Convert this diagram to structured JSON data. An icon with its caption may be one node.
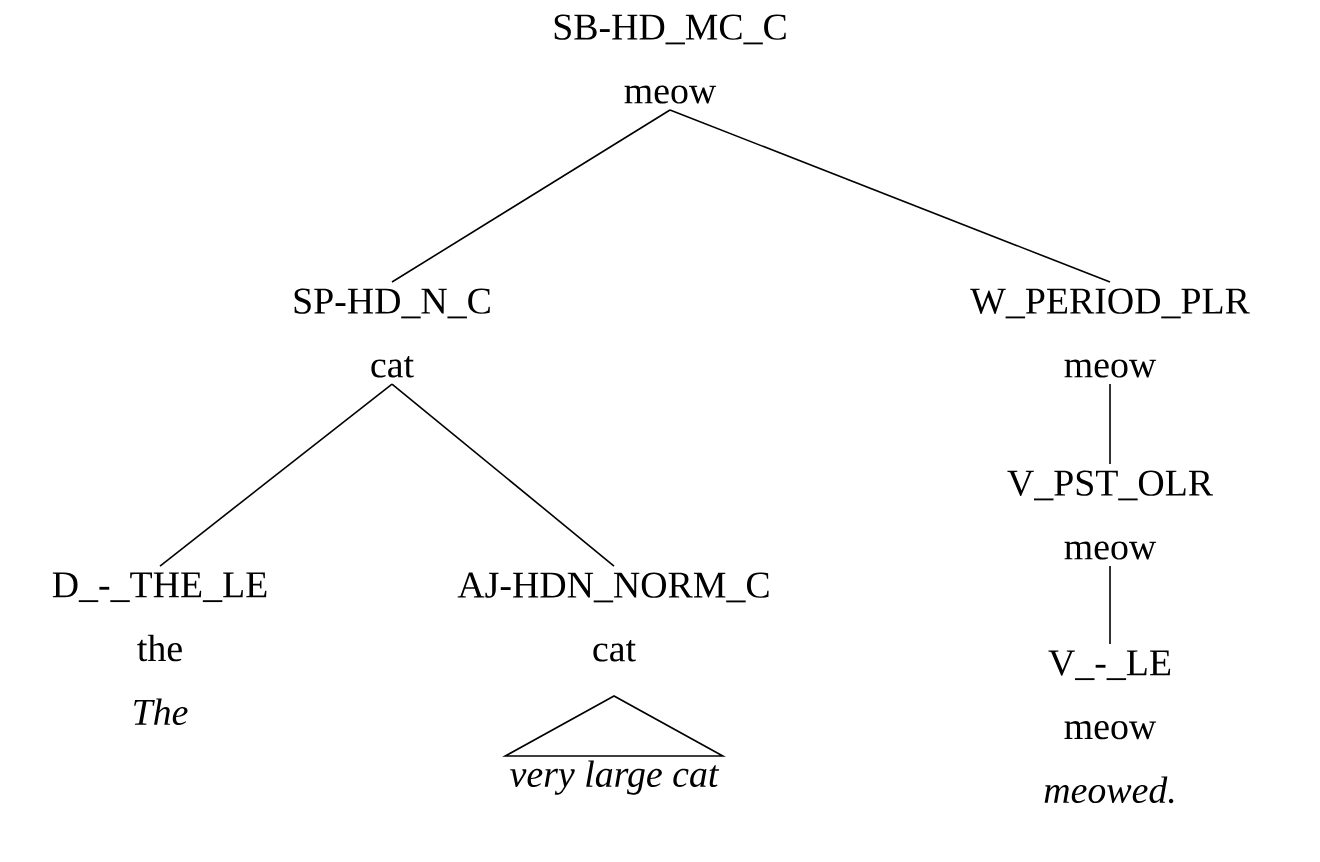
{
  "diagram": {
    "nodes": [
      {
        "text": [
          "SB-HD_MC_C",
          "meow"
        ]
      },
      {
        "text": [
          "SP-HD_N_C",
          "cat"
        ]
      },
      {
        "text": [
          "W_PERIOD_PLR",
          "meow"
        ]
      },
      {
        "text": [
          "D_-_THE_LE",
          "the",
          "The"
        ]
      },
      {
        "text": [
          "AJ-HDN_NORM_C",
          "cat"
        ]
      },
      {
        "text": [
          "V_PST_OLR",
          "meow"
        ]
      },
      {
        "text": [
          "V_-_LE",
          "meow",
          "meowed."
        ]
      },
      {
        "text": [
          "very large cat"
        ]
      }
    ],
    "edges": [
      {
        "from": 0,
        "to": 1,
        "arrow": "none"
      },
      {
        "from": 0,
        "to": 2,
        "arrow": "none"
      },
      {
        "from": 1,
        "to": 3,
        "arrow": "none"
      },
      {
        "from": 1,
        "to": 4,
        "arrow": "none"
      },
      {
        "from": 2,
        "to": 5,
        "arrow": "none"
      },
      {
        "from": 5,
        "to": 6,
        "arrow": "none"
      }
    ]
  }
}
